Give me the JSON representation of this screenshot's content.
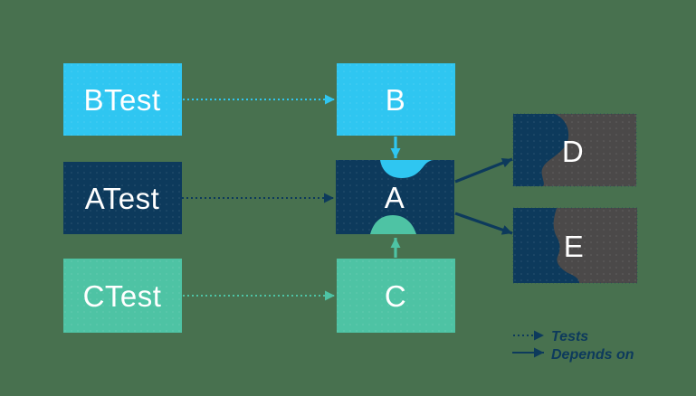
{
  "diagram": {
    "nodes": {
      "btest": {
        "label": "BTest",
        "color": "#2FC6F1"
      },
      "atest": {
        "label": "ATest",
        "color": "#0D3A5C"
      },
      "ctest": {
        "label": "CTest",
        "color": "#4EC3A4"
      },
      "b": {
        "label": "B",
        "color": "#2FC6F1"
      },
      "a": {
        "label": "A",
        "color": "#0D3A5C"
      },
      "c": {
        "label": "C",
        "color": "#4EC3A4"
      },
      "d": {
        "label": "D",
        "color": "#4B4949"
      },
      "e": {
        "label": "E",
        "color": "#4B4949"
      }
    },
    "edges": [
      {
        "from": "BTest",
        "to": "B",
        "type": "tests",
        "style": "dotted",
        "color": "#2FC6F1"
      },
      {
        "from": "ATest",
        "to": "A",
        "type": "tests",
        "style": "dotted",
        "color": "#0D3A5C"
      },
      {
        "from": "CTest",
        "to": "C",
        "type": "tests",
        "style": "dotted",
        "color": "#4EC3A4"
      },
      {
        "from": "B",
        "to": "A",
        "type": "depends_on",
        "style": "solid",
        "color": "#2FC6F1"
      },
      {
        "from": "C",
        "to": "A",
        "type": "depends_on",
        "style": "solid",
        "color": "#4EC3A4"
      },
      {
        "from": "A",
        "to": "D",
        "type": "depends_on",
        "style": "solid",
        "color": "#0D3A5C"
      },
      {
        "from": "A",
        "to": "E",
        "type": "depends_on",
        "style": "solid",
        "color": "#0D3A5C"
      }
    ],
    "legend": {
      "tests_label": "Tests",
      "depends_label": "Depends on"
    },
    "colors": {
      "background": "#48714F",
      "cyan": "#2FC6F1",
      "navy": "#0D3A5C",
      "teal": "#4EC3A4",
      "gray": "#4B4949",
      "label_text": "#FFFFFF"
    }
  }
}
